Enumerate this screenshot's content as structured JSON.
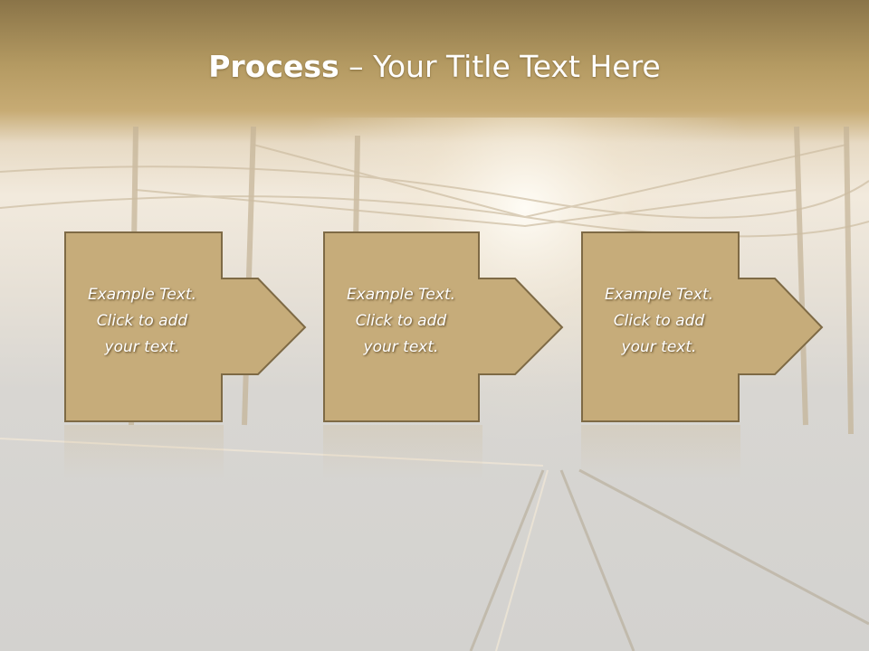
{
  "slide": {
    "title_bold": "Process",
    "title_rest": " – Your Title Text Here"
  },
  "steps": [
    {
      "text": "Example Text.\nClick  to add\nyour text."
    },
    {
      "text": "Example Text.\nClick  to add\nyour text."
    },
    {
      "text": "Example Text.\nClick  to add\nyour text."
    }
  ],
  "colors": {
    "box_fill": "#c6ac7a",
    "box_stroke": "#7e6a45",
    "title_band": "#a68a55"
  }
}
